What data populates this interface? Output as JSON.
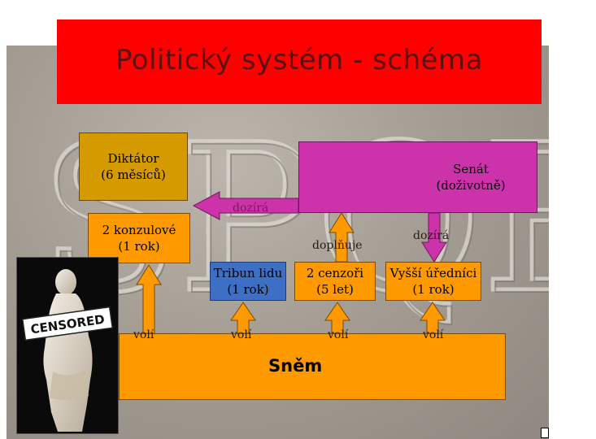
{
  "title": "Politický systém - schéma",
  "colors": {
    "title_bar": "#ff0000",
    "diktator": "#d49a00",
    "senat": "#cc33aa",
    "konzulove": "#ff9900",
    "tribun": "#3d6fc4",
    "snem": "#ff9900"
  },
  "nodes": {
    "diktator": "Diktátor\n(6 měsíců)",
    "senat": "Senát\n(doživotně)",
    "konzulove": "2 konzulové\n(1 rok)",
    "tribun": "Tribun lidu\n(1 rok)",
    "cenzori": "2 cenzoři\n(5 let)",
    "urednici": "Vyšší úředníci\n(1 rok)",
    "snem": "Sněm"
  },
  "edges": {
    "dozira_konzul": "dozírá",
    "doplnuje": "doplňuje",
    "dozira_urednici": "dozírá",
    "voli": [
      "volí",
      "volí",
      "volí",
      "volí"
    ]
  },
  "image": {
    "censored_label": "CENSORED"
  }
}
